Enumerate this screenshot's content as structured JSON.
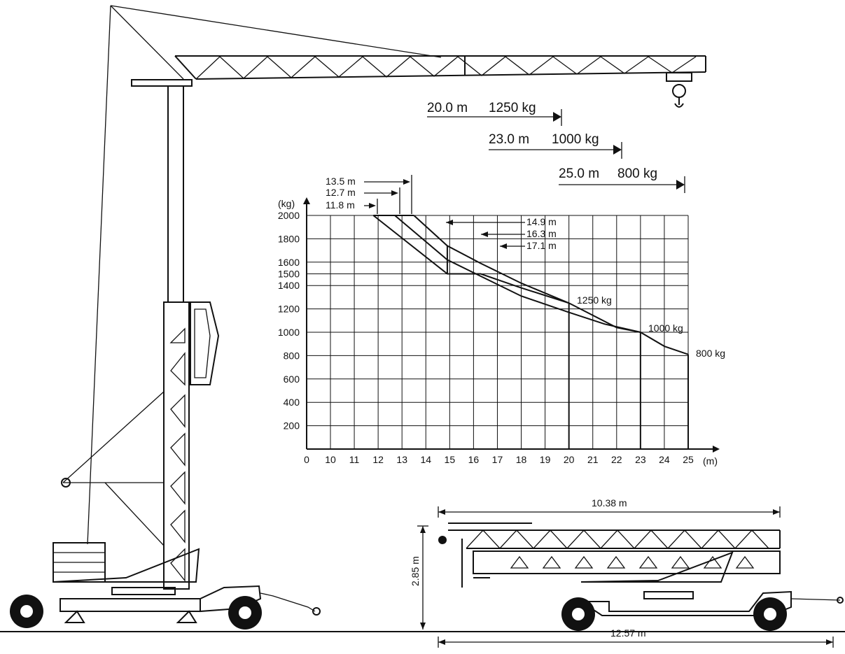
{
  "top_callouts": [
    {
      "radius": "20.0 m",
      "load": "1250 kg"
    },
    {
      "radius": "23.0 m",
      "load": "1000 kg"
    },
    {
      "radius": "25.0 m",
      "load": "800 kg"
    }
  ],
  "chart_data": {
    "type": "line",
    "yunit": "(kg)",
    "xunit": "(m)",
    "x_ticks": [
      "0",
      "10",
      "11",
      "12",
      "13",
      "14",
      "15",
      "16",
      "17",
      "18",
      "19",
      "20",
      "21",
      "22",
      "23",
      "24",
      "25"
    ],
    "y_ticks": [
      "2000",
      "1800",
      "1600",
      "1500",
      "1400",
      "1200",
      "1000",
      "800",
      "600",
      "400",
      "200"
    ],
    "series": [
      {
        "name": "1250 kg",
        "points": [
          [
            11.8,
            2000
          ],
          [
            14.9,
            1500
          ],
          [
            16.3,
            1500
          ],
          [
            18,
            1380
          ],
          [
            20,
            1250
          ]
        ]
      },
      {
        "name": "1000 kg",
        "points": [
          [
            12.7,
            2000
          ],
          [
            14.9,
            1620
          ],
          [
            16.3,
            1480
          ],
          [
            18,
            1310
          ],
          [
            20,
            1170
          ],
          [
            21.5,
            1070
          ],
          [
            23,
            1000
          ]
        ]
      },
      {
        "name": "800 kg",
        "points": [
          [
            13.5,
            2000
          ],
          [
            14.9,
            1740
          ],
          [
            16.3,
            1590
          ],
          [
            18,
            1420
          ],
          [
            20,
            1250
          ],
          [
            22,
            1040
          ],
          [
            23,
            1000
          ],
          [
            24,
            880
          ],
          [
            25,
            810
          ]
        ]
      }
    ],
    "annotations_left": [
      "13.5 m",
      "12.7 m",
      "11.8 m"
    ],
    "annotations_right": [
      "14.9 m",
      "16.3 m",
      "17.1 m"
    ],
    "ylim": [
      0,
      2000
    ],
    "grid": true
  },
  "transport": {
    "length_jib": "10.38 m",
    "length_total": "12.57 m",
    "height": "2.85 m"
  }
}
